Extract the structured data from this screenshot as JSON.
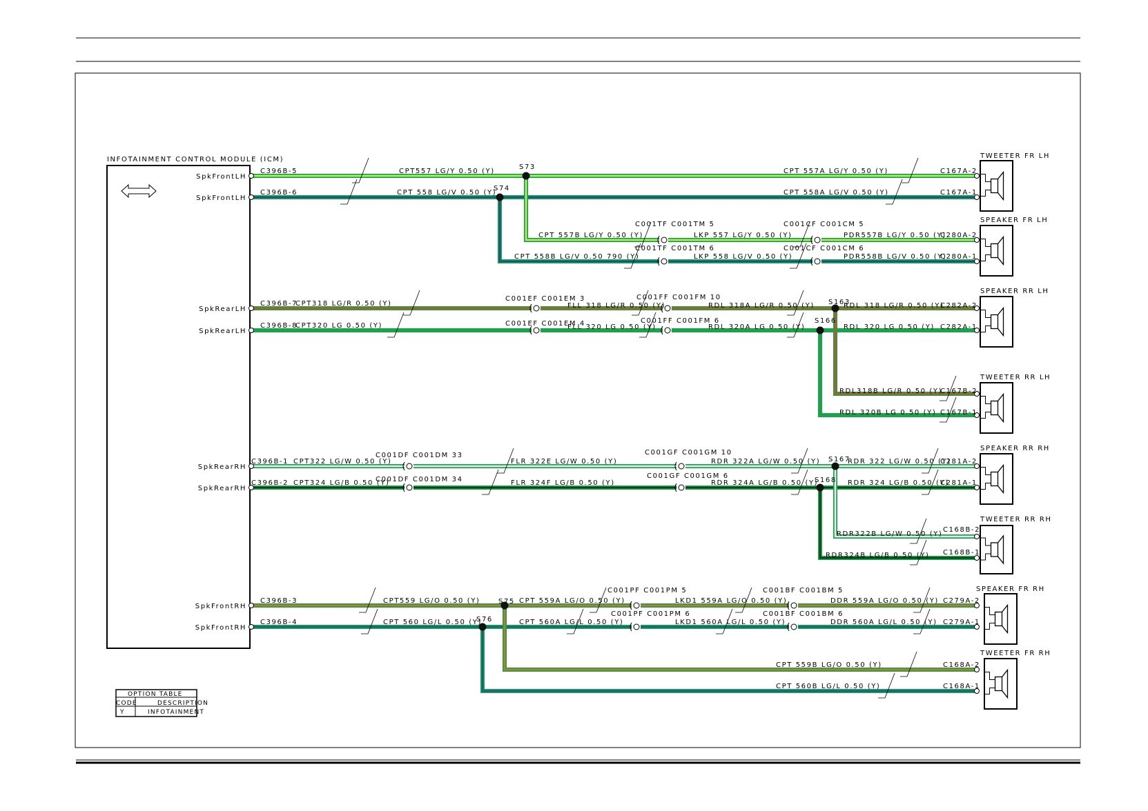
{
  "module": {
    "title": "INFOTAINMENT CONTROL MODULE (ICM)",
    "pins": [
      {
        "id": "p1",
        "label": "SpkFrontLH"
      },
      {
        "id": "p2",
        "label": "SpkFrontLH"
      },
      {
        "id": "p3",
        "label": "SpkRearLH"
      },
      {
        "id": "p4",
        "label": "SpkRearLH"
      },
      {
        "id": "p5",
        "label": "SpkRearRH"
      },
      {
        "id": "p6",
        "label": "SpkRearRH"
      },
      {
        "id": "p7",
        "label": "SpkFrontRH"
      },
      {
        "id": "p8",
        "label": "SpkFrontRH"
      }
    ]
  },
  "components": [
    {
      "id": "c1",
      "title": "TWEETER  FR LH"
    },
    {
      "id": "c2",
      "title": "SPEAKER FR LH"
    },
    {
      "id": "c3",
      "title": "SPEAKER RR LH"
    },
    {
      "id": "c4",
      "title": "TWEETER RR LH"
    },
    {
      "id": "c5",
      "title": "SPEAKER RR RH"
    },
    {
      "id": "c6",
      "title": "TWEETER RR RH"
    },
    {
      "id": "c7",
      "title": "SPEAKER FR RH"
    },
    {
      "id": "c8",
      "title": "TWEETER FR RH"
    }
  ],
  "splices": [
    "S73",
    "S74",
    "S163",
    "S166",
    "S167",
    "S168",
    "S75",
    "S76"
  ],
  "labels": [
    {
      "id": "l1",
      "text": "C396B-5"
    },
    {
      "id": "l2",
      "text": "C396B-6"
    },
    {
      "id": "l3",
      "text": "CPT557 LG/Y 0.50 (Y)"
    },
    {
      "id": "l4",
      "text": "CPT 558 LG/V 0.50 (Y)"
    },
    {
      "id": "l5",
      "text": "CPT    557A LG/Y 0.50 (Y)"
    },
    {
      "id": "l6",
      "text": "CPT    558A LG/V 0.50 (Y)"
    },
    {
      "id": "l7",
      "text": "C167A-2"
    },
    {
      "id": "l8",
      "text": "C167A-1"
    },
    {
      "id": "l9",
      "text": "CPT 557B LG/Y 0.50 (Y)"
    },
    {
      "id": "l10",
      "text": "CPT 558B LG/V 0.50 790 (Y)"
    },
    {
      "id": "l11",
      "text": "C001TF C001TM 5"
    },
    {
      "id": "l12",
      "text": "C001TF C001TM 6"
    },
    {
      "id": "l13",
      "text": "LKP  557 LG/Y 0.50 (Y)"
    },
    {
      "id": "l14",
      "text": "LKP  558 LG/V 0.50 (Y)"
    },
    {
      "id": "l15",
      "text": "C001CF C001CM 5"
    },
    {
      "id": "l16",
      "text": "C001CF C001CM 6"
    },
    {
      "id": "l17",
      "text": "PDR557B LG/Y 0.50 (Y)"
    },
    {
      "id": "l18",
      "text": "PDR558B LG/V 0.50 (Y)"
    },
    {
      "id": "l19",
      "text": "C280A-2"
    },
    {
      "id": "l20",
      "text": "C280A-1"
    },
    {
      "id": "l21",
      "text": "C396B-7"
    },
    {
      "id": "l22",
      "text": "C396B-8"
    },
    {
      "id": "l23",
      "text": "CPT318 LG/R 0.50 (Y)"
    },
    {
      "id": "l24",
      "text": "CPT320 LG 0.50 (Y)"
    },
    {
      "id": "l25",
      "text": "C001EF C001EM 3"
    },
    {
      "id": "l26",
      "text": "C001EF C001EM 4"
    },
    {
      "id": "l27",
      "text": "FLL  318 LG/R 0.50 (Y)"
    },
    {
      "id": "l28",
      "text": "FLL  320 LG 0.50 (Y)"
    },
    {
      "id": "l29",
      "text": "C001FF C001FM 10"
    },
    {
      "id": "l30",
      "text": "C001FF C001FM 6"
    },
    {
      "id": "l31",
      "text": "RDL  318A LG/R 0.50 (Y)"
    },
    {
      "id": "l32",
      "text": "RDL  320A LG 0.50 (Y)"
    },
    {
      "id": "l33",
      "text": "RDL 318 LG/R 0.50 (Y)"
    },
    {
      "id": "l34",
      "text": "RDL 320 LG 0.50 (Y)"
    },
    {
      "id": "l35",
      "text": "C282A-2"
    },
    {
      "id": "l36",
      "text": "C282A-1"
    },
    {
      "id": "l37",
      "text": "RDL318B LG/R 0.50 (Y)"
    },
    {
      "id": "l38",
      "text": "RDL  320B LG 0.50 (Y)"
    },
    {
      "id": "l39",
      "text": "C167B-2"
    },
    {
      "id": "l40",
      "text": "C167B-1"
    },
    {
      "id": "l41",
      "text": "C396B-1"
    },
    {
      "id": "l42",
      "text": "C396B-2"
    },
    {
      "id": "l43",
      "text": "CPT322 LG/W 0.50 (Y)"
    },
    {
      "id": "l44",
      "text": "CPT324 LG/B 0.50 (Y)"
    },
    {
      "id": "l45",
      "text": "C001DF C001DM 33"
    },
    {
      "id": "l46",
      "text": "C001DF C001DM 34"
    },
    {
      "id": "l47",
      "text": "FLR  322E LG/W 0.50 (Y)"
    },
    {
      "id": "l48",
      "text": "FLR   324F LG/B 0.50 (Y)"
    },
    {
      "id": "l49",
      "text": "C001GF C001GM 10"
    },
    {
      "id": "l50",
      "text": "C001GF C001GM 6"
    },
    {
      "id": "l51",
      "text": "RDR  322A LG/W 0.50 (Y)"
    },
    {
      "id": "l52",
      "text": "RDR  324A LG/B 0.50 (Y)"
    },
    {
      "id": "l53",
      "text": "RDR  322 LG/W 0.50 (Y)"
    },
    {
      "id": "l54",
      "text": "RDR  324 LG/B 0.50 (Y)"
    },
    {
      "id": "l55",
      "text": "C281A-2"
    },
    {
      "id": "l56",
      "text": "C281A-1"
    },
    {
      "id": "l57",
      "text": "RDR322B LG/W 0.50 (Y)"
    },
    {
      "id": "l58",
      "text": "RDR324B LG/B 0.50 (Y)"
    },
    {
      "id": "l59",
      "text": "C168B-2"
    },
    {
      "id": "l60",
      "text": "C168B-1"
    },
    {
      "id": "l61",
      "text": "C396B-3"
    },
    {
      "id": "l62",
      "text": "C396B-4"
    },
    {
      "id": "l63",
      "text": "CPT559 LG/O 0.50 (Y)"
    },
    {
      "id": "l64",
      "text": "CPT  560 LG/L 0.50 (Y)"
    },
    {
      "id": "l65",
      "text": "CPT  559A LG/O 0.50 (Y)"
    },
    {
      "id": "l66",
      "text": "CPT   560A LG/L 0.50 (Y)"
    },
    {
      "id": "l67",
      "text": "C001PF C001PM 5"
    },
    {
      "id": "l68",
      "text": "C001PF C001PM 6"
    },
    {
      "id": "l69",
      "text": "LKD1  559A LG/O 0.50 (Y)"
    },
    {
      "id": "l70",
      "text": "LKD1   560A LG/L 0.50 (Y)"
    },
    {
      "id": "l71",
      "text": "C001BF C001BM 5"
    },
    {
      "id": "l72",
      "text": "C001BF C001BM 6"
    },
    {
      "id": "l73",
      "text": "DDR  559A LG/O 0.50 (Y)"
    },
    {
      "id": "l74",
      "text": "DDR  560A LG/L 0.50 (Y)"
    },
    {
      "id": "l75",
      "text": "C279A-2"
    },
    {
      "id": "l76",
      "text": "C279A-1"
    },
    {
      "id": "l77",
      "text": "CPT 559B LG/O 0.50 (Y)"
    },
    {
      "id": "l78",
      "text": "CPT 560B LG/L 0.50 (Y)"
    },
    {
      "id": "l79",
      "text": "C168A-2"
    },
    {
      "id": "l80",
      "text": "C168A-1"
    }
  ],
  "option_table": {
    "title": "OPTION TABLE",
    "headers": [
      "CODE",
      "DESCRIPTION"
    ],
    "rows": [
      [
        "Y",
        "INFOTAINMENT"
      ]
    ]
  },
  "wire_colors": {
    "LG/Y": "#b6f25a",
    "LG/V": "#1b4f8a",
    "LG/R": "#c6502a",
    "LG": "#1aa34a",
    "LG/W": "#e6f7ee",
    "LG/B": "#0a3a1a",
    "LG/O": "#c8772a",
    "LG/L": "#1b5a8a",
    "outer": "#1aa34a"
  }
}
